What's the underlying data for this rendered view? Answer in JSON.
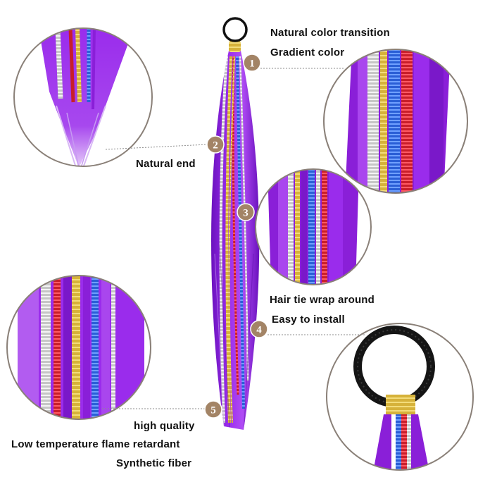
{
  "features": [
    {
      "number": "1",
      "lines": [
        "Natural color transition",
        "Gradient color"
      ]
    },
    {
      "number": "2",
      "lines": [
        "Natural end"
      ]
    },
    {
      "number": "3",
      "lines": []
    },
    {
      "number": "4",
      "lines": [
        "Hair tie wrap around",
        "Easy to install"
      ]
    },
    {
      "number": "5",
      "lines": [
        "high quality",
        "Low temperature flame retardant",
        "Synthetic fiber"
      ]
    }
  ],
  "colors": {
    "hair": "#8a1fd8",
    "hair_light": "#b25cf0",
    "hair_dark": "#5e0fa8",
    "badge": "#a38466",
    "tinsel": [
      "#c8c8c8",
      "#d6b23a",
      "#2a5fd6",
      "#c81e2a"
    ],
    "ring": "#111111"
  }
}
